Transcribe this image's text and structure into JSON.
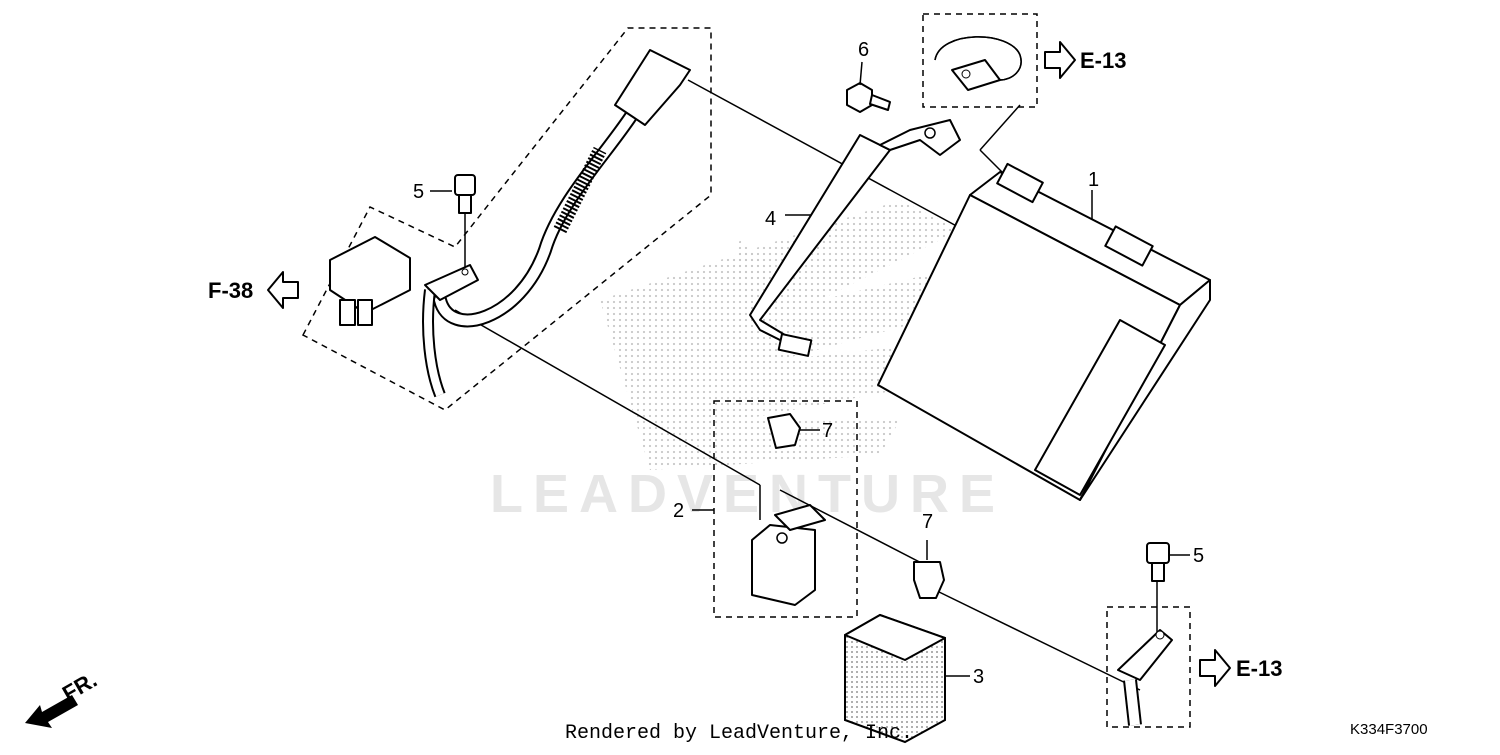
{
  "watermark": "LEADVENTURE",
  "credit": "Rendered by LeadVenture, Inc.",
  "diagram_code": "K334F3700",
  "direction_label": "FR.",
  "references": {
    "top_right": "E-13",
    "left": "F-38",
    "bottom_right": "E-13"
  },
  "callouts": {
    "battery": "1",
    "starter_relay": "2",
    "relay_cover": "3",
    "battery_band": "4",
    "bolt_upper_left": "5",
    "bolt_lower_right": "5",
    "bolt_top": "6",
    "fuse_upper": "7",
    "fuse_lower": "7"
  }
}
